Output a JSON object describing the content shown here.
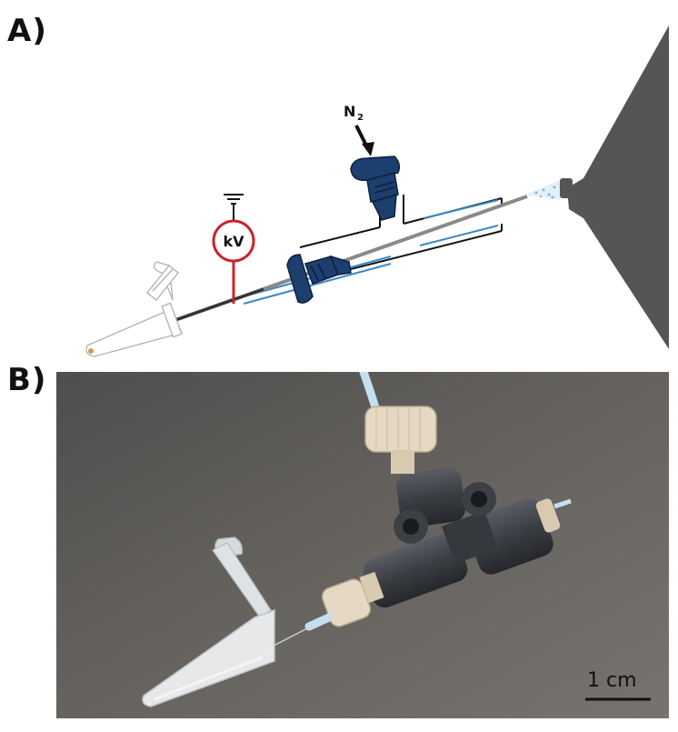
{
  "panels": {
    "a_label": "A)",
    "b_label": "B)"
  },
  "diagram": {
    "gas_label": "N",
    "gas_subscript": "2",
    "voltage_label": "kV"
  },
  "photo": {
    "scalebar_label": "1 cm"
  },
  "colors": {
    "fitting_navy": "#1d3f6e",
    "capillary_blue": "#3a88c8",
    "hv_red": "#c8242a",
    "inlet_gray": "#555555",
    "photo_background": "#5f5d5b",
    "tee_body": "#3c3f44",
    "nut_beige": "#e6d9c3"
  }
}
